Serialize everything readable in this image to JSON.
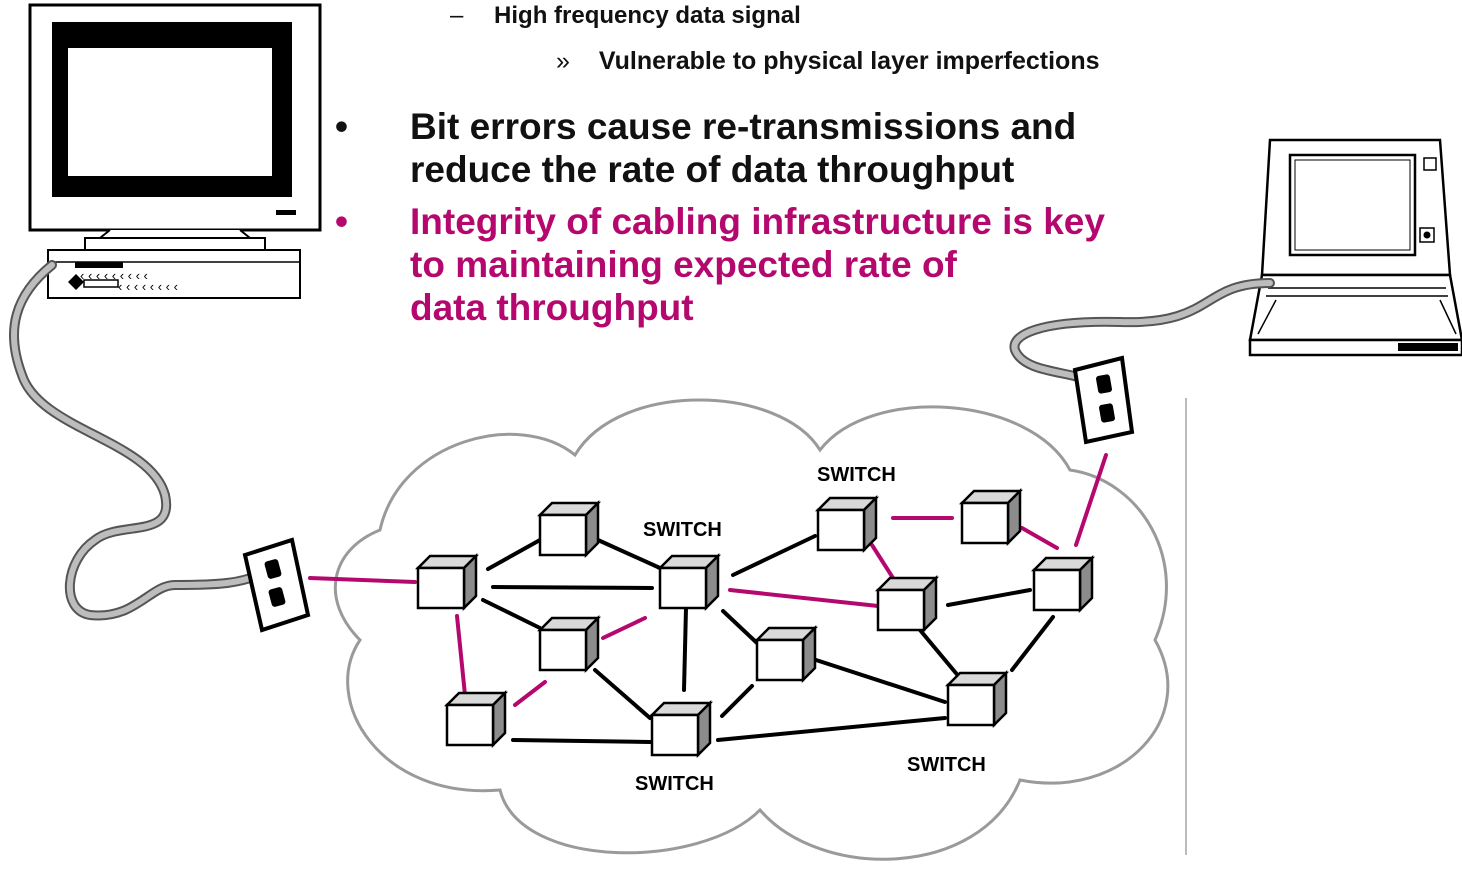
{
  "text": {
    "dash_mark": "–",
    "sub_bullet": "High frequency data signal",
    "sub_mark": "»",
    "subsub_bullet": "Vulnerable to physical layer imperfections",
    "bullet_mark": "•",
    "bullet1": "Bit errors cause re-transmissions and reduce the rate of data throughput",
    "bullet2": "Integrity of cabling infrastructure is key to maintaining expected rate of data throughput"
  },
  "switch_label": "SWITCH",
  "colors": {
    "accent": "#b5086f",
    "text": "#111111",
    "link_black": "#000000",
    "cable": "#9a9a9a",
    "box_top": "#d9d9d9",
    "box_side": "#8c8c8c"
  },
  "icons": [
    "desktop-computer-icon",
    "laptop-icon",
    "wall-jack-icon",
    "network-cloud-icon",
    "switch-box-icon",
    "cable-icon"
  ]
}
